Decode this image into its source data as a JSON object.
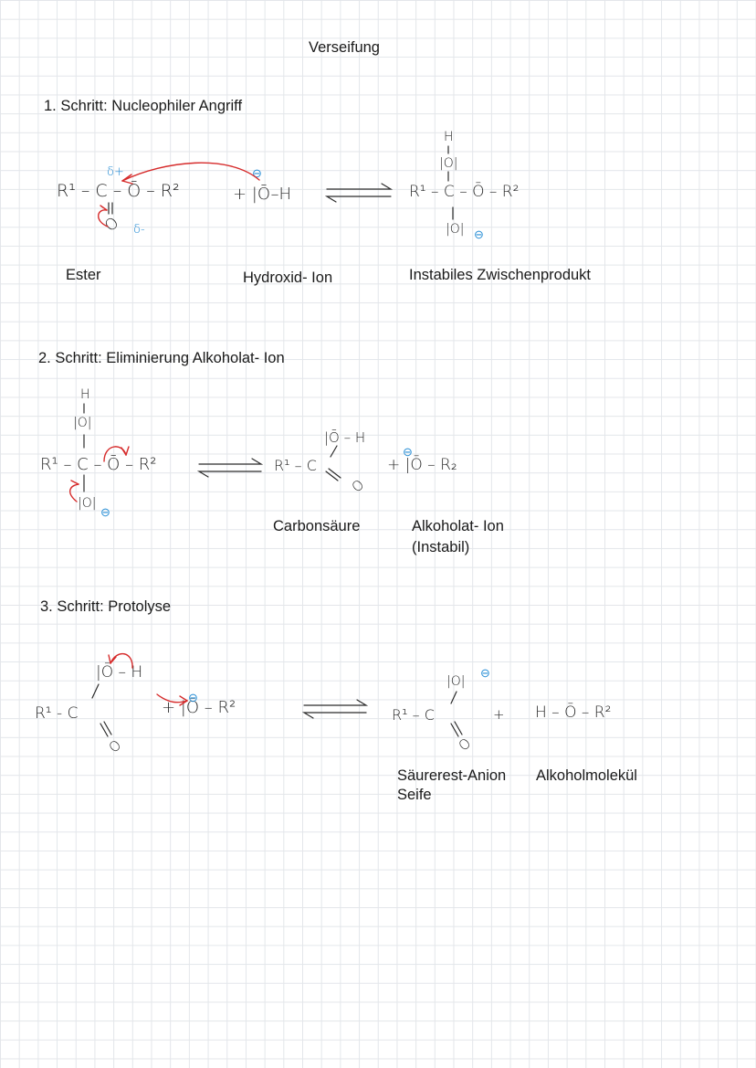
{
  "title": "Verseifung",
  "step1": {
    "heading": "1. Schritt: Nucleophiler Angriff",
    "label_ester": "Ester",
    "label_hydroxide": "Hydroxid- Ion",
    "label_intermediate": "Instabiles Zwischenprodukt"
  },
  "step2": {
    "heading": "2. Schritt: Eliminierung Alkoholat- Ion",
    "label_acid": "Carbonsäure",
    "label_alkoxide": "Alkoholat- Ion",
    "label_alkoxide_note": "(Instabil)"
  },
  "step3": {
    "heading": "3. Schritt: Protolyse",
    "label_anion": "Säurerest-Anion",
    "label_soap": "Seife",
    "label_alcohol": "Alkoholmolekül"
  },
  "formulas": {
    "s1_ester": "R¹ – C – Ō – R²",
    "s1_ester_o": "O",
    "s1_delta_plus": "δ+",
    "s1_delta_minus": "δ-",
    "s1_hydroxide": "+ |Ō–H",
    "s1_minus": "⊖",
    "s1_int_main": "R¹ – C – Ō – R²",
    "s1_int_h": "H",
    "s1_int_o_top": "|O|",
    "s1_int_o_bot": "|O|",
    "s2_main": "R¹ – C – Ō – R²",
    "s2_h": "H",
    "s2_o_top": "|O|",
    "s2_o_bot": "|O|",
    "s2_acid_top": "|Ō – H",
    "s2_acid_main": "R¹ – C",
    "s2_acid_o": "O",
    "s2_alkoxide": "+ |Ō – R₂",
    "s3_oh": "|Ō – H",
    "s3_main": "R¹ - C",
    "s3_o": "O",
    "s3_attack": "+ |Ō – R²",
    "s3_anion_o": "|O|",
    "s3_anion_main": "R¹ – C",
    "s3_anion_o2": "O",
    "s3_plus": "+",
    "s3_alcohol": "H – Ō – R²"
  },
  "colors": {
    "ink": "#2b2b2b",
    "arrow": "#d62b2b",
    "charge": "#2a8fd6",
    "grid": "#e3e6ea"
  }
}
